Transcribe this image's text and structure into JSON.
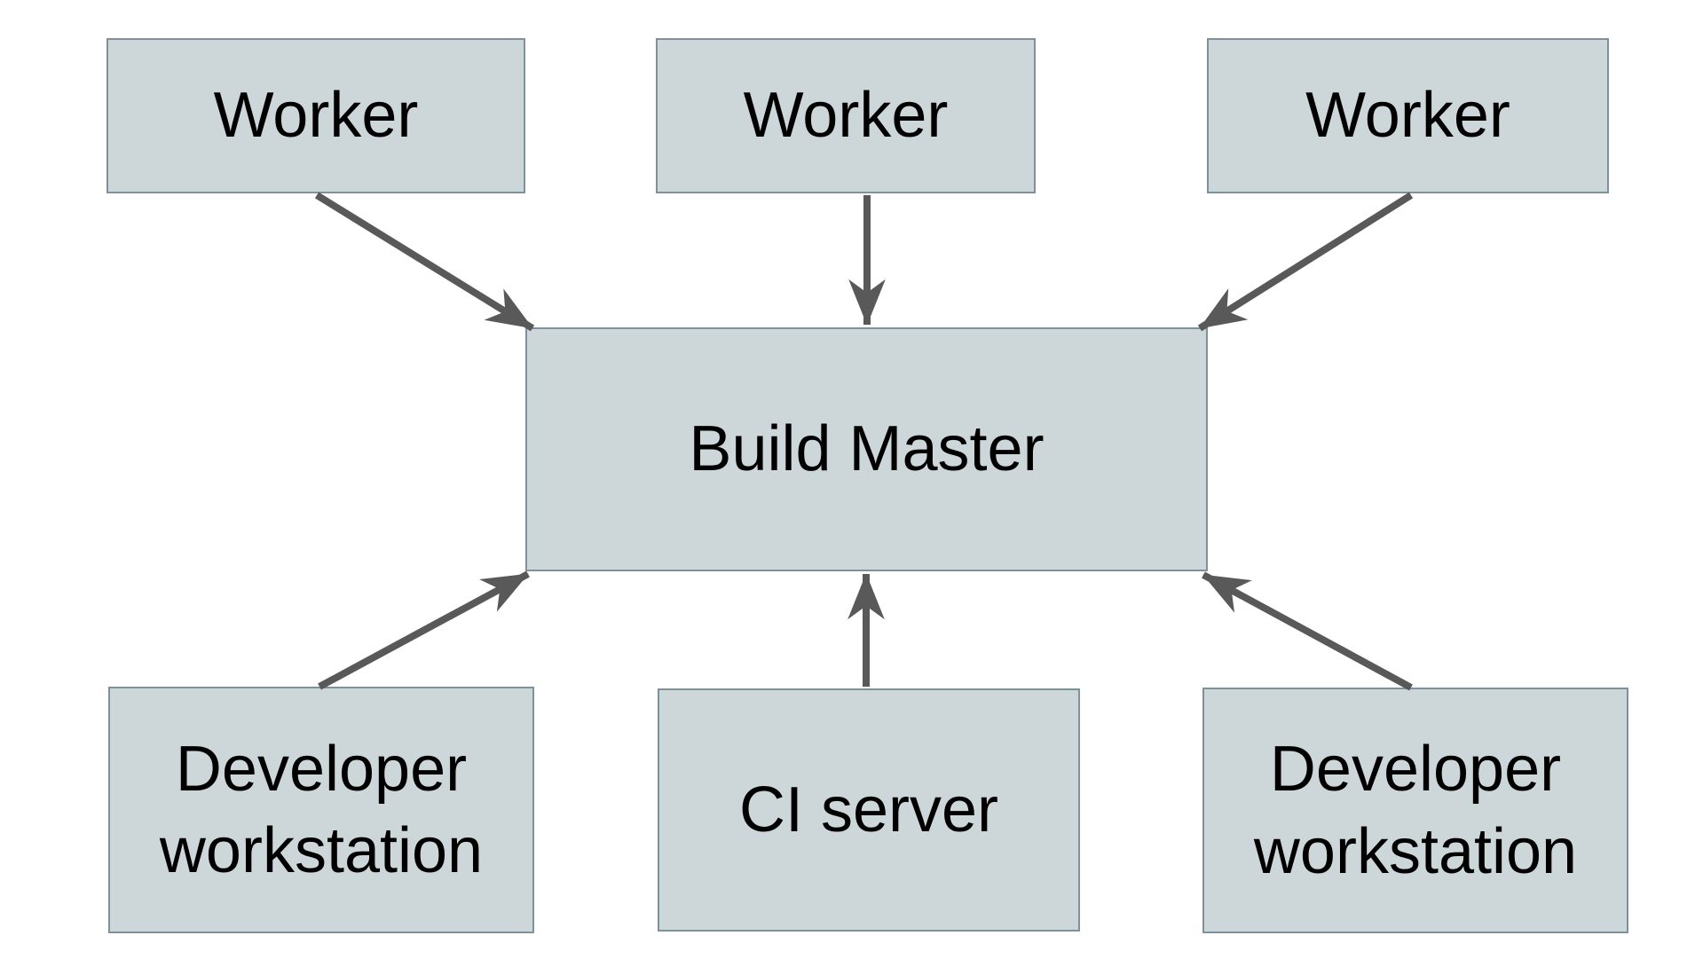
{
  "diagram": {
    "description": "Distributed build system diagram: three Workers point down to a central Build Master; two Developer workstations and a CI server point up to the Build Master.",
    "nodes": [
      {
        "id": "worker-1",
        "label": "Worker"
      },
      {
        "id": "worker-2",
        "label": "Worker"
      },
      {
        "id": "worker-3",
        "label": "Worker"
      },
      {
        "id": "build-master",
        "label": "Build Master"
      },
      {
        "id": "devws-1",
        "label": "Developer workstation"
      },
      {
        "id": "ci-server",
        "label": "CI server"
      },
      {
        "id": "devws-2",
        "label": "Developer workstation"
      }
    ],
    "edges": [
      {
        "from": "worker-1",
        "to": "build-master"
      },
      {
        "from": "worker-2",
        "to": "build-master"
      },
      {
        "from": "worker-3",
        "to": "build-master"
      },
      {
        "from": "devws-1",
        "to": "build-master"
      },
      {
        "from": "ci-server",
        "to": "build-master"
      },
      {
        "from": "devws-2",
        "to": "build-master"
      }
    ],
    "colors": {
      "background": "#ffffff",
      "node_fill": "#cdd7d9",
      "node_border": "#7e929b",
      "arrow": "#595959",
      "text": "#000000"
    }
  }
}
